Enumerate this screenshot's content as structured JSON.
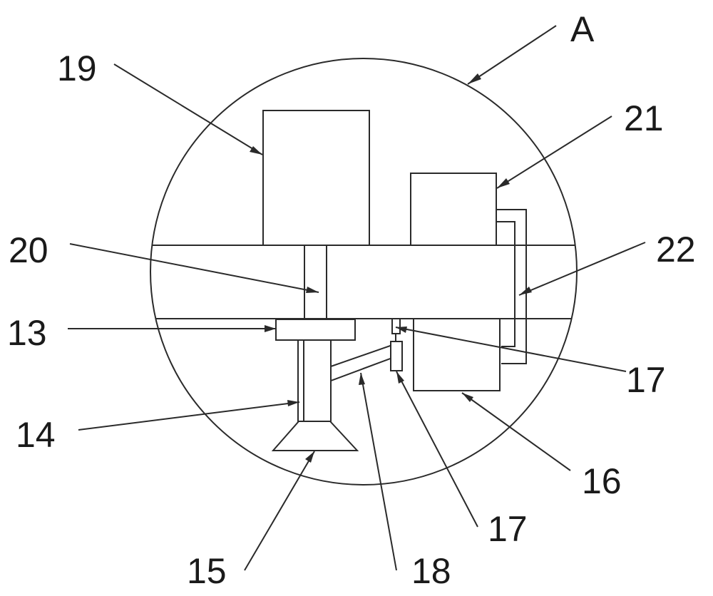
{
  "detail_label": "A",
  "callouts": {
    "c19": "19",
    "c21": "21",
    "c20": "20",
    "c22": "22",
    "c13": "13",
    "c17_upper": "17",
    "c14": "14",
    "c16": "16",
    "c17_lower": "17",
    "c15": "15",
    "c18": "18"
  },
  "colors": {
    "line": "#2a2a2a",
    "background": "#ffffff"
  }
}
